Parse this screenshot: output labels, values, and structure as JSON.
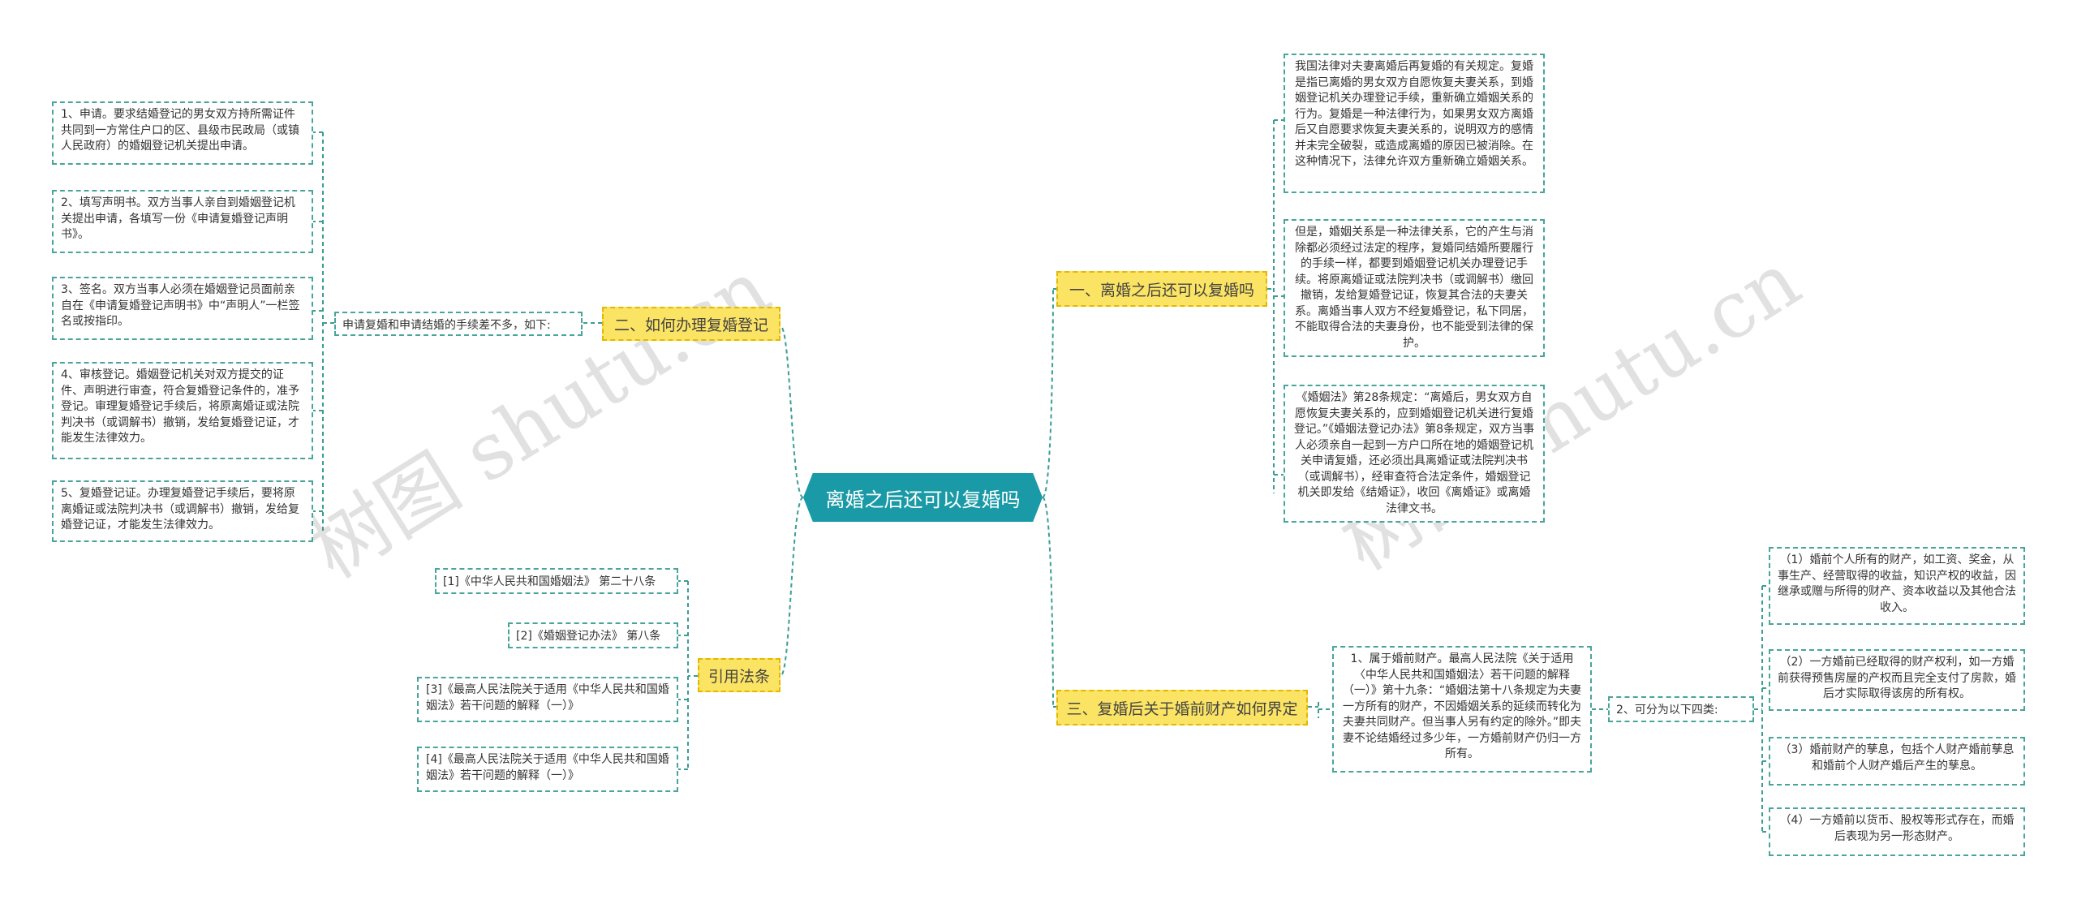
{
  "root": {
    "label": "离婚之后还可以复婚吗"
  },
  "left": {
    "how_to": {
      "label": "二、如何办理复婚登记",
      "note": "申请复婚和申请结婚的手续差不多，如下:",
      "steps": [
        "1、申请。要求结婚登记的男女双方持所需证件共同到一方常住户口的区、县级市民政局（或镇人民政府）的婚姻登记机关提出申请。",
        "2、填写声明书。双方当事人亲自到婚姻登记机关提出申请，各填写一份《申请复婚登记声明书》。",
        "3、签名。双方当事人必须在婚姻登记员面前亲自在《申请复婚登记声明书》中“声明人”一栏签名或按指印。",
        "4、审核登记。婚姻登记机关对双方提交的证件、声明进行审查，符合复婚登记条件的，准予登记。审理复婚登记手续后，将原离婚证或法院判决书（或调解书）撤销，发给复婚登记证，才能发生法律效力。",
        "5、复婚登记证。办理复婚登记手续后，要将原离婚证或法院判决书（或调解书）撤销，发给复婚登记证，才能发生法律效力。"
      ]
    },
    "citations": {
      "label": "引用法条",
      "items": [
        "[1]《中华人民共和国婚姻法》 第二十八条",
        "[2]《婚姻登记办法》 第八条",
        "[3]《最高人民法院关于适用《中华人民共和国婚姻法》若干问题的解释（一）》",
        "[4]《最高人民法院关于适用《中华人民共和国婚姻法》若干问题的解释（一）》"
      ]
    }
  },
  "right": {
    "can_remarry": {
      "label": "一、离婚之后还可以复婚吗",
      "paragraphs": [
        "我国法律对夫妻离婚后再复婚的有关规定。复婚是指已离婚的男女双方自愿恢复夫妻关系，到婚姻登记机关办理登记手续，重新确立婚姻关系的行为。复婚是一种法律行为，如果男女双方离婚后又自愿要求恢复夫妻关系的，说明双方的感情并未完全破裂，或造成离婚的原因已被消除。在这种情况下，法律允许双方重新确立婚姻关系。",
        "但是，婚姻关系是一种法律关系，它的产生与消除都必须经过法定的程序，复婚同结婚所要履行的手续一样，都要到婚姻登记机关办理登记手续。将原离婚证或法院判决书（或调解书）缴回撤销，发给复婚登记证，恢复其合法的夫妻关系。离婚当事人双方不经复婚登记，私下同居，不能取得合法的夫妻身份，也不能受到法律的保护。",
        "《婚姻法》第28条规定：“离婚后，男女双方自愿恢复夫妻关系的，应到婚姻登记机关进行复婚登记。”《婚姻法登记办法》第8条规定，双方当事人必须亲自一起到一方户口所在地的婚姻登记机关申请复婚，还必须出具离婚证或法院判决书（或调解书），经审查符合法定条件，婚姻登记机关即发给《结婚证》，收回《离婚证》或离婚法律文书。"
      ]
    },
    "property": {
      "label": "三、复婚后关于婚前财产如何界定",
      "point1": "1、属于婚前财产。最高人民法院《关于适用〈中华人民共和国婚姻法〉若干问题的解释（一）》第十九条：“婚姻法第十八条规定为夫妻一方所有的财产，不因婚姻关系的延续而转化为夫妻共同财产。但当事人另有约定的除外。”即夫妻不论结婚经过多少年，一方婚前财产仍归一方所有。",
      "point2": "2、可分为以下四类:",
      "types": [
        "（1）婚前个人所有的财产，如工资、奖金，从事生产、经营取得的收益，知识产权的收益，因继承或赠与所得的财产、资本收益以及其他合法收入。",
        "（2）一方婚前已经取得的财产权利，如一方婚前获得预售房屋的产权而且完全支付了房款，婚后才实际取得该房的所有权。",
        "（3）婚前财产的孳息，包括个人财产婚前孳息和婚前个人财产婚后产生的孳息。",
        "（4）一方婚前以货币、股权等形式存在，而婚后表现为另一形态财产。"
      ]
    }
  },
  "watermarks": [
    "树图 shutu.cn",
    "树图 shutu.cn"
  ],
  "colors": {
    "root": "#1a9aa6",
    "topic": "#fbe363",
    "line": "#3a9e94"
  }
}
